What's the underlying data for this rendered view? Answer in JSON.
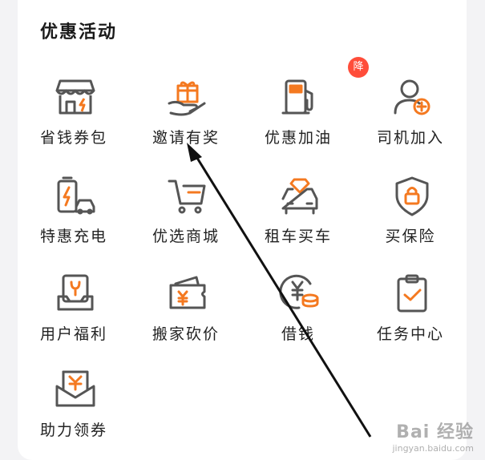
{
  "section": {
    "title": "优惠活动"
  },
  "colors": {
    "accent": "#f47920",
    "icon": "#555555",
    "badge": "#ff4d3a"
  },
  "items": [
    {
      "label": "省钱券包",
      "icon": "shop-icon"
    },
    {
      "label": "邀请有奖",
      "icon": "gift-hand-icon"
    },
    {
      "label": "优惠加油",
      "icon": "fuel-pump-icon",
      "badge": "降"
    },
    {
      "label": "司机加入",
      "icon": "add-driver-icon"
    },
    {
      "label": "特惠充电",
      "icon": "battery-car-icon"
    },
    {
      "label": "优选商城",
      "icon": "cart-icon"
    },
    {
      "label": "租车买车",
      "icon": "car-diamond-icon"
    },
    {
      "label": "买保险",
      "icon": "shield-lock-icon"
    },
    {
      "label": "用户福利",
      "icon": "wrench-box-icon"
    },
    {
      "label": "搬家砍价",
      "icon": "yen-ticket-icon"
    },
    {
      "label": "借钱",
      "icon": "yen-coin-icon"
    },
    {
      "label": "任务中心",
      "icon": "task-clipboard-icon"
    },
    {
      "label": "助力领券",
      "icon": "yen-envelope-icon"
    }
  ],
  "watermark": {
    "brand": "Bai 经验",
    "url": "jingyan.baidu.com"
  }
}
